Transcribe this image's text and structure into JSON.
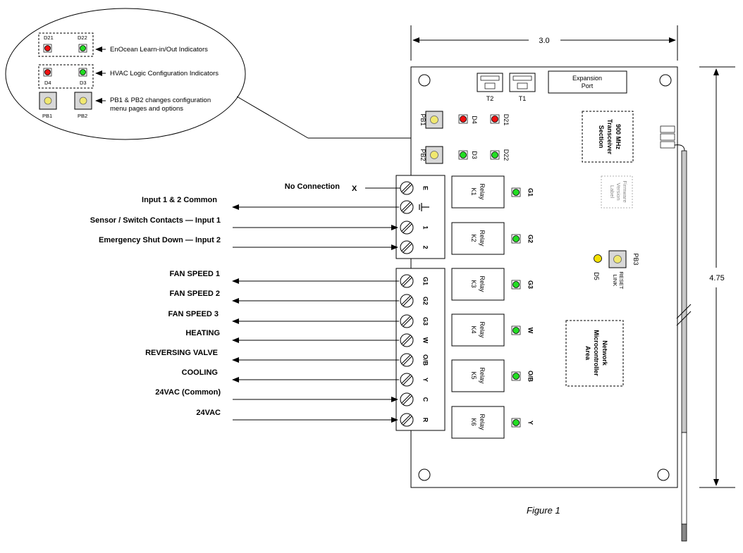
{
  "dimensions": {
    "width": "3.0",
    "height": "4.75"
  },
  "figure_caption": "Figure 1",
  "legend": {
    "d21": "D21",
    "d22": "D22",
    "enocean": "EnOcean Learn-in/Out Indicators",
    "d4": "D4",
    "d3": "D3",
    "hvac": "HVAC Logic Configuration Indicators",
    "pb1": "PB1",
    "pb2": "PB2",
    "pb_line1": "PB1 & PB2 changes configuration",
    "pb_line2": "menu pages and options"
  },
  "board": {
    "expansion_line1": "Expansion",
    "expansion_line2": "Port",
    "t2": "T2",
    "t1": "T1",
    "pb1": "PB1",
    "pb2": "PB2",
    "d4": "D4",
    "d21": "D21",
    "d3": "D3",
    "d22": "D22",
    "transceiver_line1": "900 MHz",
    "transceiver_line2": "Transceiver",
    "transceiver_line3": "Section",
    "firmware_line1": "Firmware",
    "firmware_line2": "Version",
    "firmware_line3": "Label",
    "pb3": "PB3",
    "d5": "D5",
    "reset_line1": "RESET",
    "reset_line2": "LINK",
    "network_line1": "Network",
    "network_line2": "Microcontroller",
    "network_line3": "Area"
  },
  "terminals_top": [
    {
      "label": "E",
      "wire": "No Connection",
      "marker": "X",
      "direction": "none"
    },
    {
      "label": "ground-symbol",
      "wire": "Input 1 & 2 Common",
      "direction": "out"
    },
    {
      "label": "1",
      "wire": "Sensor / Switch Contacts  — Input 1",
      "direction": "in"
    },
    {
      "label": "2",
      "wire": "Emergency Shut Down  — Input 2",
      "direction": "in"
    }
  ],
  "terminals_bottom": [
    {
      "label": "G1",
      "wire": "FAN SPEED 1",
      "direction": "out"
    },
    {
      "label": "G2",
      "wire": "FAN SPEED 2",
      "direction": "out"
    },
    {
      "label": "G3",
      "wire": "FAN SPEED 3",
      "direction": "out"
    },
    {
      "label": "W",
      "wire": "HEATING",
      "direction": "out"
    },
    {
      "label": "O/B",
      "wire": "REVERSING VALVE",
      "direction": "out"
    },
    {
      "label": "Y",
      "wire": "COOLING",
      "direction": "out"
    },
    {
      "label": "C",
      "wire": "24VAC (Common)",
      "direction": "in"
    },
    {
      "label": "R",
      "wire": "24VAC",
      "direction": "in"
    }
  ],
  "relays": [
    {
      "line1": "Relay",
      "line2": "K1",
      "led": "G1"
    },
    {
      "line1": "Relay",
      "line2": "K2",
      "led": "G2"
    },
    {
      "line1": "Relay",
      "line2": "K3",
      "led": "G3"
    },
    {
      "line1": "Relay",
      "line2": "K4",
      "led": "W"
    },
    {
      "line1": "Relay",
      "line2": "K5",
      "led": "O/B"
    },
    {
      "line1": "Relay",
      "line2": "K6",
      "led": "Y"
    }
  ],
  "colors": {
    "led_green": "#22dd22",
    "led_red": "#ee1111",
    "led_yellow": "#f4e000"
  }
}
